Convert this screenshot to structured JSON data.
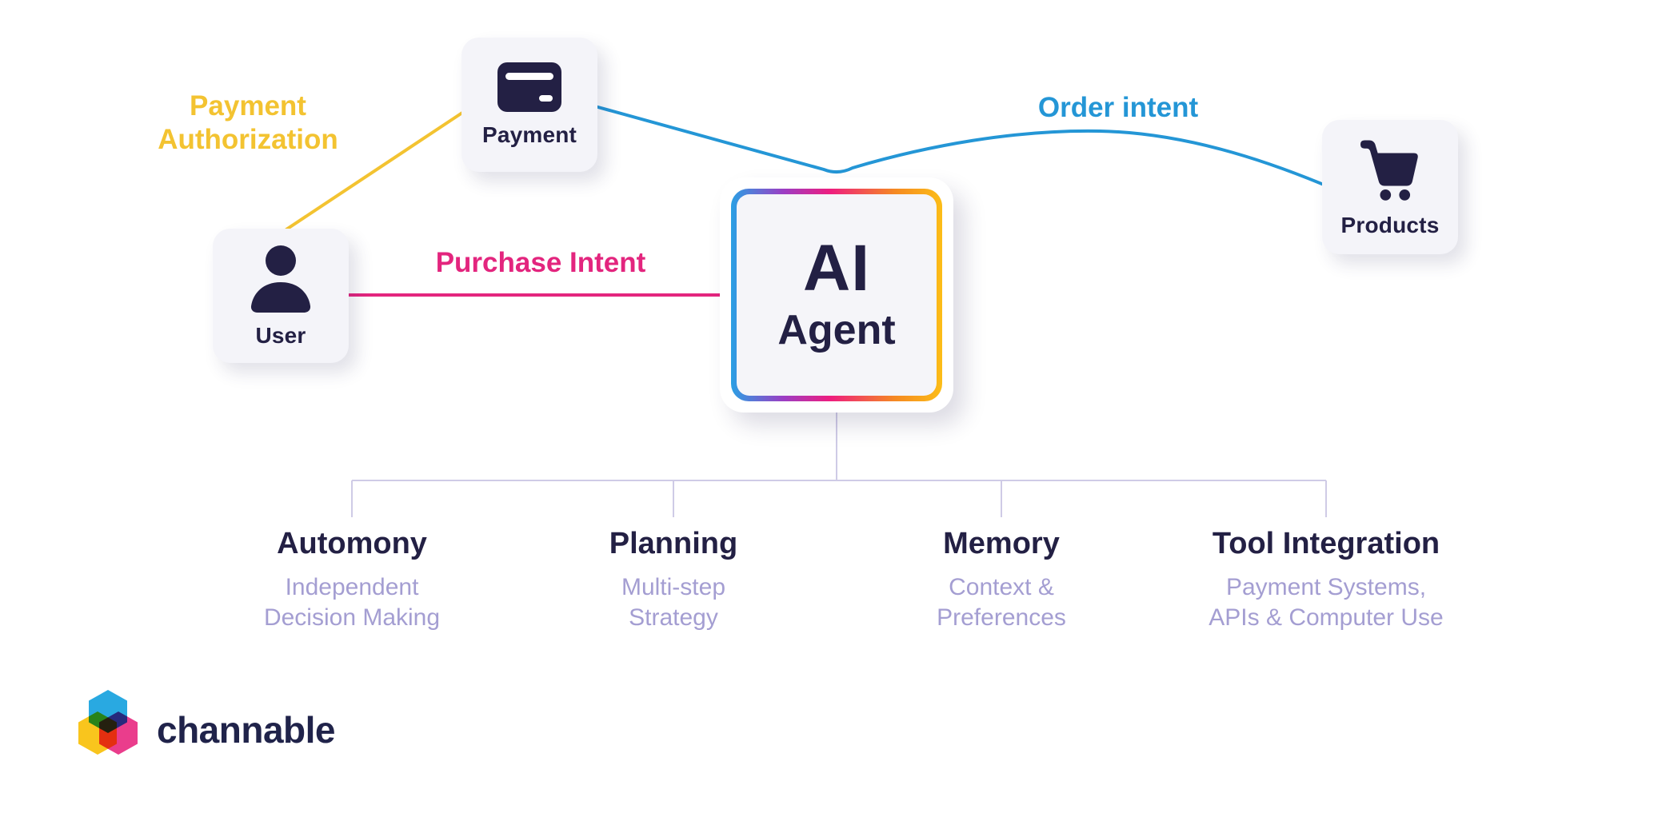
{
  "diagram": {
    "nodes": {
      "payment": {
        "label": "Payment",
        "icon": "credit-card-icon"
      },
      "user": {
        "label": "User",
        "icon": "user-icon"
      },
      "products": {
        "label": "Products",
        "icon": "cart-icon"
      },
      "ai_agent": {
        "title_line1": "AI",
        "title_line2": "Agent"
      }
    },
    "edges": {
      "payment_authorization": {
        "line1": "Payment",
        "line2": "Authorization",
        "color": "#F3C331"
      },
      "purchase_intent": {
        "label": "Purchase Intent",
        "color": "#E3257E"
      },
      "order_intent": {
        "label": "Order intent",
        "color": "#2496D6"
      }
    },
    "capabilities": [
      {
        "title": "Automony",
        "subtitle_line1": "Independent",
        "subtitle_line2": "Decision Making"
      },
      {
        "title": "Planning",
        "subtitle_line1": "Multi-step",
        "subtitle_line2": "Strategy"
      },
      {
        "title": "Memory",
        "subtitle_line1": "Context &",
        "subtitle_line2": "Preferences"
      },
      {
        "title": "Tool Integration",
        "subtitle_line1": "Payment Systems,",
        "subtitle_line2": "APIs & Computer Use"
      }
    ]
  },
  "footer": {
    "brand": "channable"
  },
  "colors": {
    "yellow": "#F3C331",
    "pink": "#E3257E",
    "blue": "#2496D6",
    "navy": "#232044",
    "subtitle_purple": "#A49ED2",
    "connector_lavender": "#CFCBE6",
    "card_bg": "#F4F4F9",
    "ai_inner_bg": "#F5F5F9",
    "wordmark_navy": "#20234A",
    "gradient_start": "#2AA0E4",
    "gradient_purple": "#9C3DC4",
    "gradient_pink": "#EE1D7F",
    "gradient_orange": "#F58A22",
    "gradient_end": "#FCBD17",
    "logo_cyan": "#29A9E1",
    "logo_yellow": "#F9C51D",
    "logo_pink": "#EA3D8C"
  }
}
